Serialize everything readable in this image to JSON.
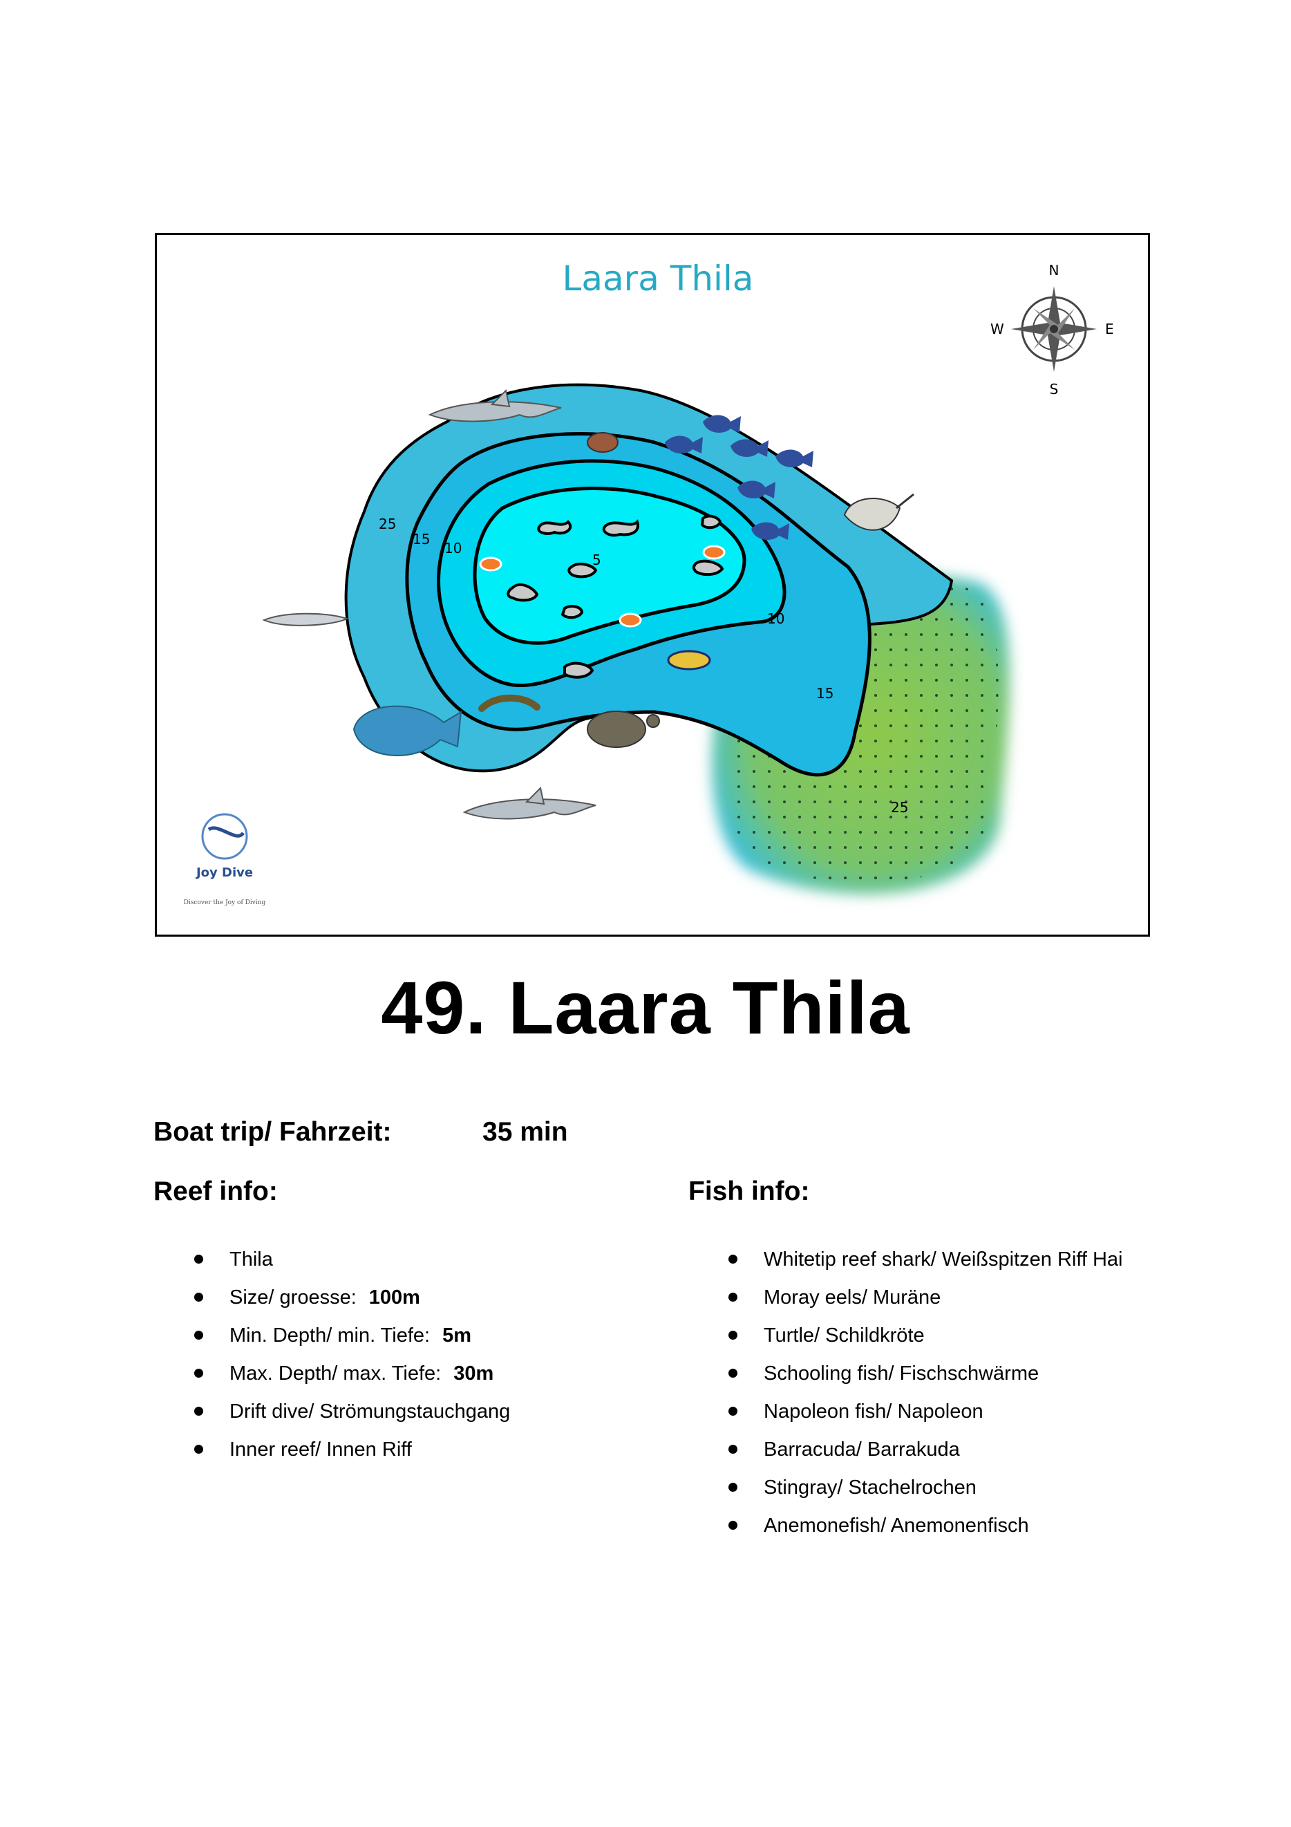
{
  "map": {
    "title": "Laara Thila",
    "compass": {
      "n": "N",
      "e": "E",
      "s": "S",
      "w": "W"
    },
    "depths": [
      "25",
      "15",
      "10",
      "5",
      "10",
      "15",
      "25"
    ],
    "logo_text": "Joy Dive",
    "logo_tagline": "Discover the Joy of Diving",
    "colors": {
      "title": "#27a9c3",
      "outer_zone": "#3bbcdc",
      "middle_zone": "#1fb8e2",
      "inner_zone": "#00e8f5",
      "sand": "#8ec94a"
    }
  },
  "page_title": "49. Laara Thila",
  "boat": {
    "label": "Boat trip/ Fahrzeit:",
    "value": "35 min"
  },
  "reef": {
    "heading": "Reef info:",
    "items": [
      {
        "text": "Thila",
        "value": ""
      },
      {
        "text": "Size/ groesse:",
        "value": "100m"
      },
      {
        "text": "Min. Depth/ min. Tiefe:",
        "value": "5m"
      },
      {
        "text": "Max. Depth/ max. Tiefe:",
        "value": "30m"
      },
      {
        "text": "Drift dive/ Strömungstauchgang",
        "value": ""
      },
      {
        "text": "Inner reef/ Innen Riff",
        "value": ""
      }
    ]
  },
  "fish": {
    "heading": "Fish info:",
    "items": [
      "Whitetip reef shark/ Weißspitzen Riff Hai",
      "Moray eels/ Muräne",
      "Turtle/ Schildkröte",
      "Schooling fish/ Fischschwärme",
      "Napoleon fish/ Napoleon",
      "Barracuda/ Barrakuda",
      "Stingray/ Stachelrochen",
      "Anemonefish/ Anemonenfisch"
    ]
  }
}
